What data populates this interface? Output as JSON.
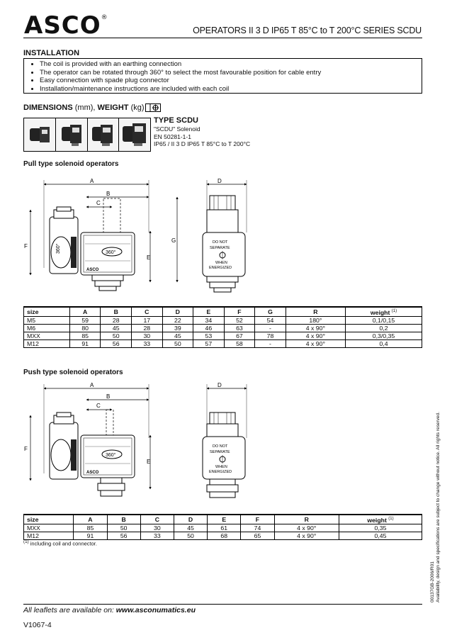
{
  "header": {
    "logo_text": "ASCO",
    "logo_mark": "®",
    "series_title": "OPERATORS II 3 D  IP65  T 85°C to T 200°C  SERIES SCDU"
  },
  "installation": {
    "heading": "INSTALLATION",
    "items": [
      "The coil is provided with an earthing connection",
      "The operator can be rotated through 360° to select the most favourable position for cable entry",
      "Easy connection with spade plug connector",
      "Installation/maintenance instructions are included with each coil"
    ]
  },
  "dimensions": {
    "heading_bold": "DIMENSIONS",
    "heading_mm": "(mm),",
    "heading_weight": "WEIGHT",
    "heading_kg": "(kg)",
    "type_title": "TYPE SCDU",
    "type_lines": [
      "\"SCDU\" Solenoid",
      "EN 50281-1-1",
      "IP65 / II 3 D IP65 T 85°C to T 200°C"
    ]
  },
  "drawing_labels": {
    "A": "A",
    "B": "B",
    "C": "C",
    "D": "D",
    "E": "E",
    "F": "F",
    "G": "G",
    "angle": "360°",
    "warn1": "DO NOT",
    "warn2": "SEPARATE",
    "warn3": "WHEN",
    "warn4": "ENERGIZED",
    "coil_brand": "ASCO"
  },
  "pull": {
    "heading": "Pull type solenoid operators",
    "columns": [
      "size",
      "A",
      "B",
      "C",
      "D",
      "E",
      "F",
      "G",
      "R",
      "weight"
    ],
    "weight_note": "(1)",
    "rows": [
      [
        "M5",
        "59",
        "28",
        "17",
        "22",
        "34",
        "52",
        "54",
        "180°",
        "0,1/0,15"
      ],
      [
        "M6",
        "80",
        "45",
        "28",
        "39",
        "46",
        "63",
        "-",
        "4 x 90°",
        "0,2"
      ],
      [
        "MXX",
        "85",
        "50",
        "30",
        "45",
        "53",
        "67",
        "78",
        "4 x 90°",
        "0,3/0,35"
      ],
      [
        "M12",
        "91",
        "56",
        "33",
        "50",
        "57",
        "58",
        "-",
        "4 x 90°",
        "0,4"
      ]
    ]
  },
  "push": {
    "heading": "Push type solenoid operators",
    "columns": [
      "size",
      "A",
      "B",
      "C",
      "D",
      "E",
      "F",
      "R",
      "weight"
    ],
    "weight_note": "(1)",
    "rows": [
      [
        "MXX",
        "85",
        "50",
        "30",
        "45",
        "61",
        "74",
        "4 x 90°",
        "0,35"
      ],
      [
        "M12",
        "91",
        "56",
        "33",
        "50",
        "68",
        "65",
        "4 x 90°",
        "0,45"
      ]
    ]
  },
  "footnote": {
    "mark": "(1)",
    "text": "including coil and connector."
  },
  "footer": {
    "leaflets_prefix": "All leaflets are available on: ",
    "leaflets_url": "www.asconumatics.eu",
    "version": "V1067-4",
    "side_line1": "00137GB-2006/R01",
    "side_line2": "Availability, design and specifications are subject to change without notice. All rights reserved."
  }
}
